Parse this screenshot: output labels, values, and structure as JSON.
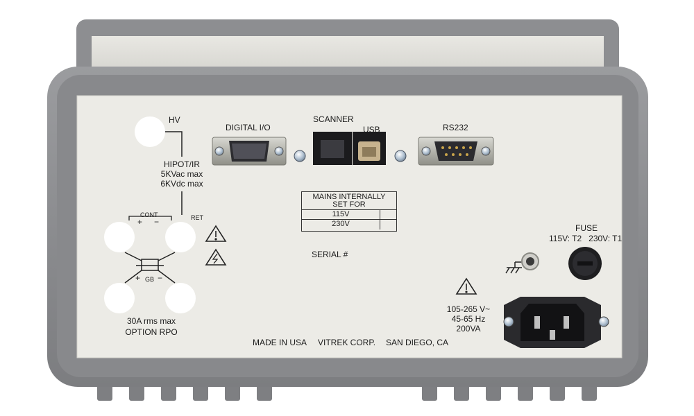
{
  "labels": {
    "hv": "HV",
    "hipot_line1": "HIPOT/IR",
    "hipot_line2": "5KVac max",
    "hipot_line3": "6KVdc max",
    "cont": "CONT",
    "plus": "+",
    "minus": "−",
    "ret": "RET",
    "gb": "GB",
    "rating": "30A rms max",
    "option": "OPTION RPO",
    "digital_io": "DIGITAL I/O",
    "scanner": "SCANNER",
    "usb": "USB",
    "rs232": "RS232",
    "mains_line1": "MAINS INTERNALLY",
    "mains_line2": "SET FOR",
    "v115": "115V",
    "v230": "230V",
    "serial": "SERIAL #",
    "fuse": "FUSE",
    "fuse_spec": "115V: T2   230V: T1",
    "power_line1": "105-265 V~",
    "power_line2": "45-65 Hz",
    "power_line3": "200VA",
    "made_in": "MADE IN USA",
    "maker": "VITREK CORP.",
    "city": "SAN DIEGO, CA"
  },
  "colors": {
    "bezel": "#8a8b8e",
    "panel": "#ecebe6",
    "top_housing": "#dcdbd6"
  },
  "icons": [
    "warning-icon",
    "high-voltage-icon",
    "chassis-ground-icon"
  ]
}
